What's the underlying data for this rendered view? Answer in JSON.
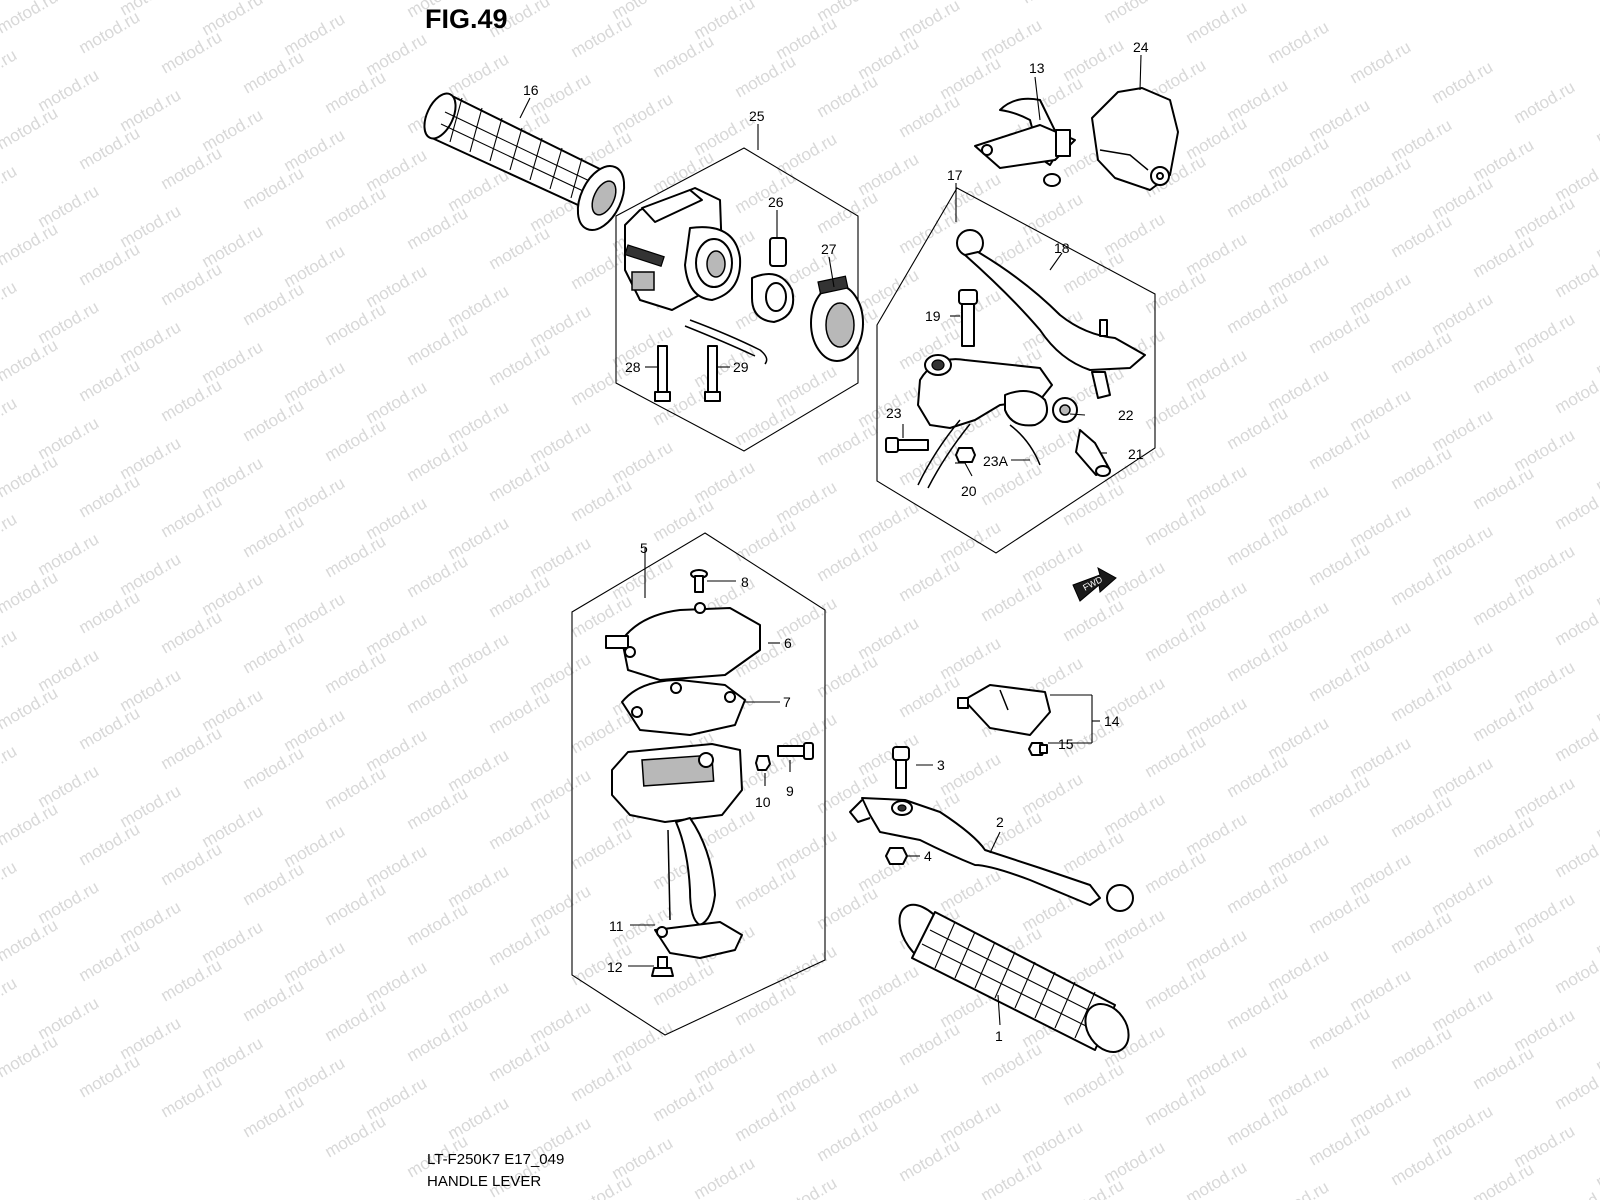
{
  "figure": {
    "title": "FIG.49",
    "model_code": "LT-F250K7 E17_049",
    "name": "HANDLE LEVER",
    "watermark": "motod.ru",
    "fwd_label": "FWD"
  },
  "callouts": {
    "c1": "1",
    "c2": "2",
    "c3": "3",
    "c4": "4",
    "c5": "5",
    "c6": "6",
    "c7": "7",
    "c8": "8",
    "c9": "9",
    "c10": "10",
    "c11": "11",
    "c12": "12",
    "c13": "13",
    "c14": "14",
    "c15": "15",
    "c16": "16",
    "c17": "17",
    "c18": "18",
    "c19": "19",
    "c20": "20",
    "c21": "21",
    "c22": "22",
    "c23": "23",
    "c23a": "23A",
    "c24": "24",
    "c25": "25",
    "c26": "26",
    "c27": "27",
    "c28": "28",
    "c29": "29"
  },
  "colors": {
    "line": "#000000",
    "watermark": "#d8d8d8",
    "background": "#ffffff"
  }
}
